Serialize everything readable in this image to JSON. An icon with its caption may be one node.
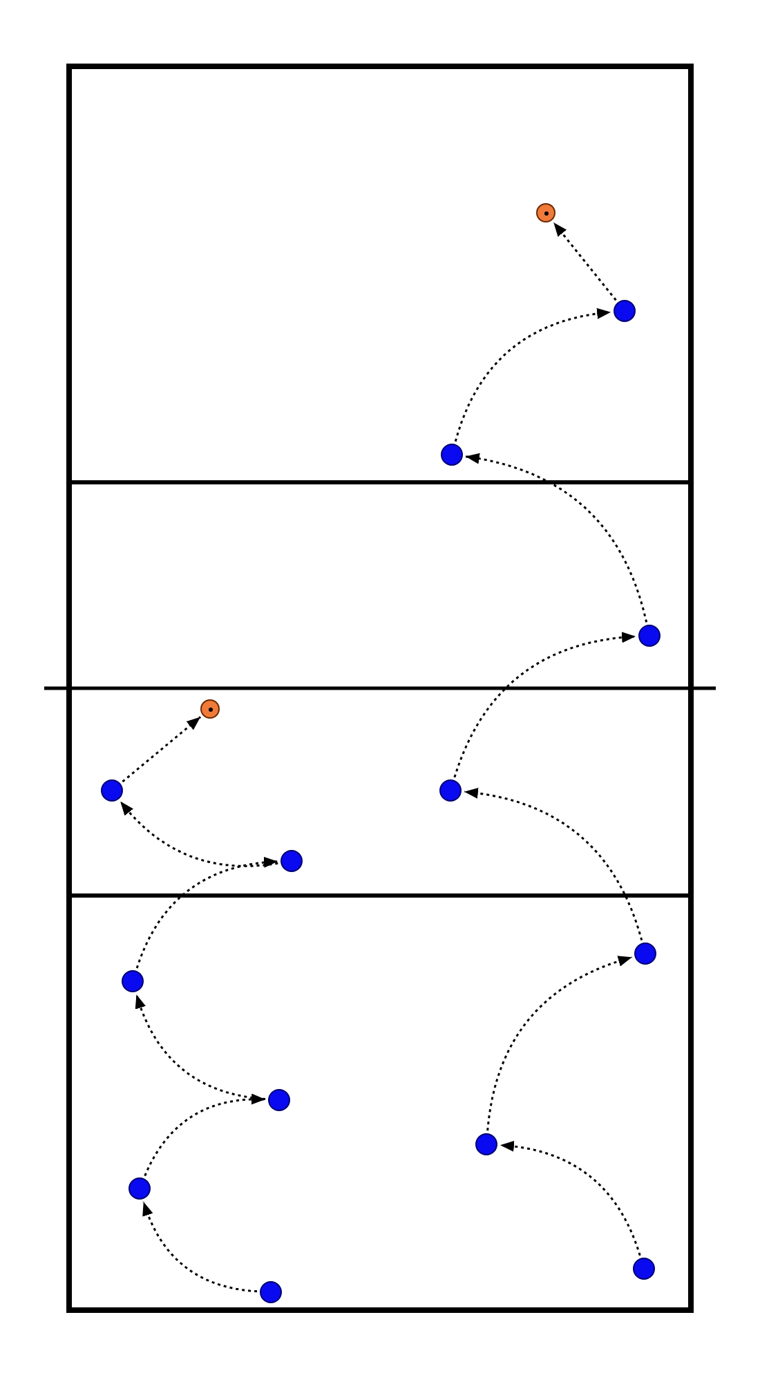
{
  "diagram": {
    "nodes": [
      {
        "text": [],
        "shape": "circle"
      },
      {
        "text": [],
        "shape": "circle"
      },
      {
        "text": [],
        "shape": "circle"
      },
      {
        "text": [],
        "shape": "circle"
      },
      {
        "text": [],
        "shape": "circle"
      },
      {
        "text": [],
        "shape": "circle"
      },
      {
        "text": [],
        "shape": "circle"
      },
      {
        "text": [],
        "shape": "circle"
      },
      {
        "text": [],
        "shape": "circle"
      },
      {
        "text": [],
        "shape": "circle"
      },
      {
        "text": [],
        "shape": "circle"
      },
      {
        "text": [],
        "shape": "circle"
      },
      {
        "text": [],
        "shape": "circle"
      },
      {
        "text": [],
        "shape": "circle"
      },
      {
        "text": [],
        "shape": "circle"
      }
    ],
    "edges": [
      {
        "from": 13,
        "to": 11,
        "arrow": "to",
        "style": "dashed"
      },
      {
        "from": 11,
        "to": 8,
        "arrow": "to",
        "style": "dashed"
      },
      {
        "from": 8,
        "to": 6,
        "arrow": "to",
        "style": "dashed"
      },
      {
        "from": 6,
        "to": 3,
        "arrow": "to",
        "style": "dashed"
      },
      {
        "from": 3,
        "to": 2,
        "arrow": "to",
        "style": "dashed"
      },
      {
        "from": 2,
        "to": 1,
        "arrow": "to",
        "style": "dashed"
      },
      {
        "from": 1,
        "to": 0,
        "arrow": "to",
        "style": "dashed"
      },
      {
        "from": 14,
        "to": 12,
        "arrow": "to",
        "style": "dashed"
      },
      {
        "from": 12,
        "to": 10,
        "arrow": "to",
        "style": "dashed"
      },
      {
        "from": 10,
        "to": 9,
        "arrow": "to",
        "style": "dashed"
      },
      {
        "from": 9,
        "to": 7,
        "arrow": "to",
        "style": "dashed"
      },
      {
        "from": 7,
        "to": 5,
        "arrow": "to",
        "style": "dashed"
      },
      {
        "from": 5,
        "to": 4,
        "arrow": "to",
        "style": "dashed"
      }
    ]
  }
}
